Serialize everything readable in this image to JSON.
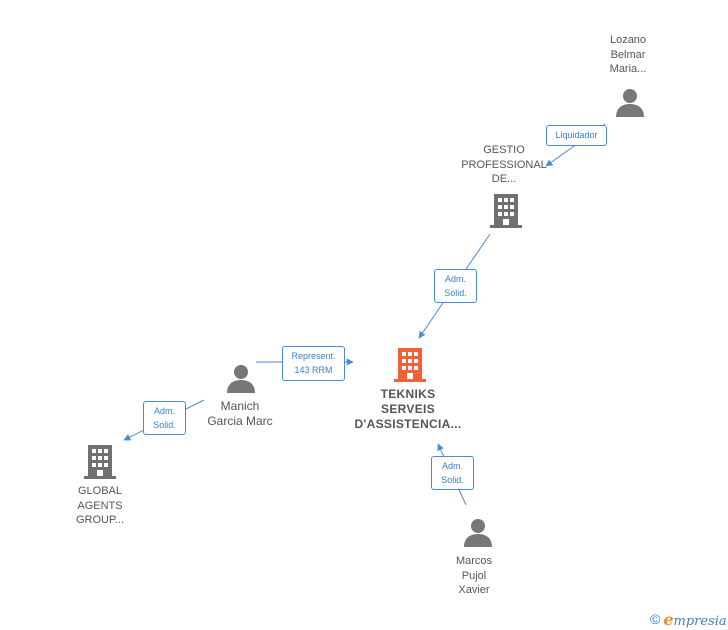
{
  "nodes": {
    "lozano": {
      "lines": [
        "Lozano",
        "Belmar",
        "Maria..."
      ]
    },
    "gestio": {
      "lines": [
        "GESTIO",
        "PROFESSIONAL",
        "DE..."
      ]
    },
    "tekniks": {
      "lines": [
        "TEKNIKS",
        "SERVEIS",
        "D'ASSISTENCIA..."
      ]
    },
    "manich": {
      "lines": [
        "Manich",
        "Garcia Marc"
      ]
    },
    "global": {
      "lines": [
        "GLOBAL",
        "AGENTS",
        "GROUP..."
      ]
    },
    "marcos": {
      "lines": [
        "Marcos",
        "Pujol",
        "Xavier"
      ]
    }
  },
  "edges": {
    "liquidador": {
      "lines": [
        "Liquidador"
      ]
    },
    "gestio_tekniks": {
      "lines": [
        "Adm.",
        "Solid."
      ]
    },
    "represent": {
      "lines": [
        "Represent.",
        "143 RRM"
      ]
    },
    "manich_global": {
      "lines": [
        "Adm.",
        "Solid."
      ]
    },
    "marcos_tekniks": {
      "lines": [
        "Adm.",
        "Solid."
      ]
    }
  },
  "colors": {
    "edge": "#4a8ad6",
    "person_icon": "#777777",
    "company_icon": "#707070",
    "central_icon": "#f0603a",
    "text": "#555555"
  },
  "brand": {
    "copyright": "©",
    "name_initial": "e",
    "name_rest": "mpresia"
  }
}
